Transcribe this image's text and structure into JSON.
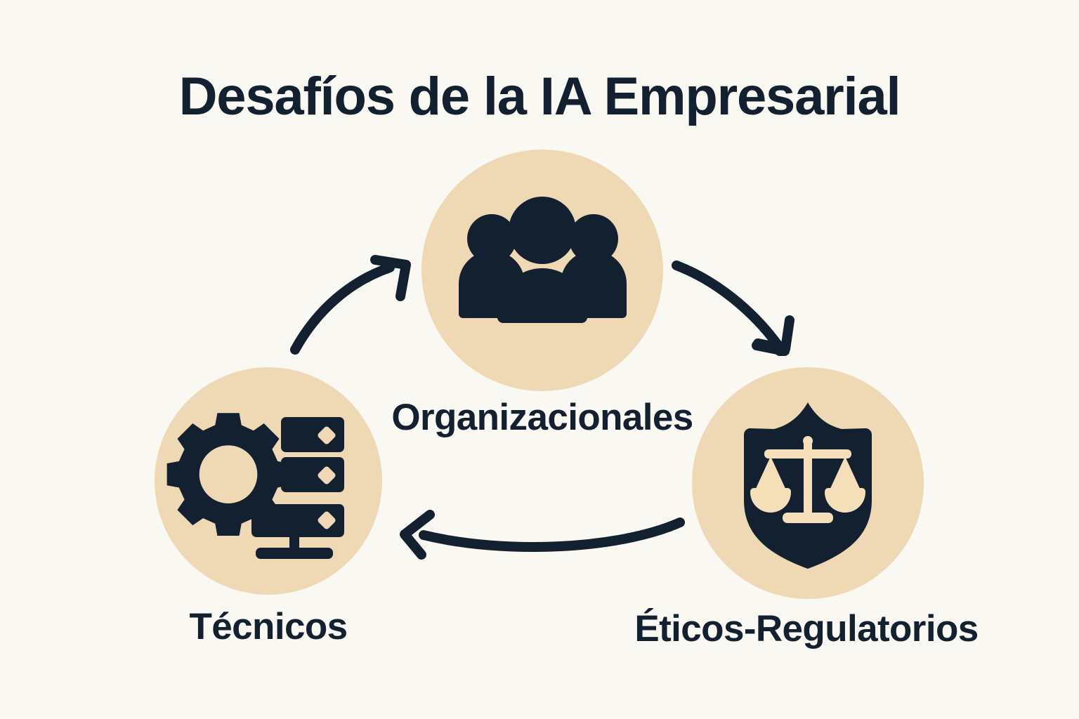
{
  "title": "Desafíos de la IA Empresarial",
  "colors": {
    "background": "#faf8f2",
    "circle_fill": "#efd9b4",
    "ink": "#132030",
    "icon_cutout": "#f5dfb9"
  },
  "nodes": [
    {
      "id": "organizacionales",
      "label": "Organizacionales",
      "icon": "people-group-icon",
      "position": "top-center"
    },
    {
      "id": "tecnicos",
      "label": "Técnicos",
      "icon": "gear-server-icon",
      "position": "bottom-left"
    },
    {
      "id": "eticos-regulatorios",
      "label": "Éticos-Regulatorios",
      "icon": "shield-scales-icon",
      "position": "bottom-right"
    }
  ],
  "arrows": [
    {
      "id": "tecnicos-to-organizacionales",
      "from": "tecnicos",
      "to": "organizacionales",
      "direction": "up-right"
    },
    {
      "id": "organizacionales-to-eticos",
      "from": "organizacionales",
      "to": "eticos-regulatorios",
      "direction": "down-right"
    },
    {
      "id": "eticos-to-tecnicos",
      "from": "eticos-regulatorios",
      "to": "tecnicos",
      "direction": "left"
    }
  ]
}
